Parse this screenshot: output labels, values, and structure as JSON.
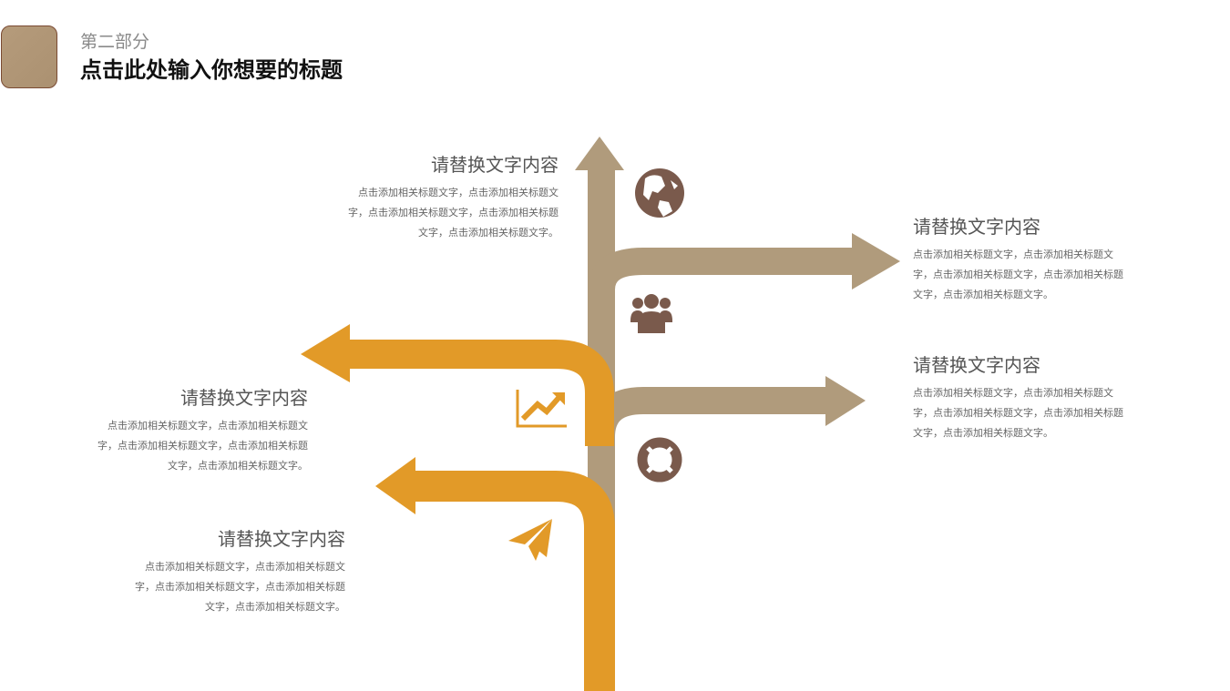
{
  "header": {
    "section_label": "第二部分",
    "title": "点击此处输入你想要的标题"
  },
  "items": [
    {
      "heading": "请替换文字内容",
      "body": "点击添加相关标题文字，点击添加相关标题文字，点击添加相关标题文字，点击添加相关标题文字，点击添加相关标题文字。",
      "icon": "globe-icon"
    },
    {
      "heading": "请替换文字内容",
      "body": "点击添加相关标题文字，点击添加相关标题文字，点击添加相关标题文字，点击添加相关标题文字，点击添加相关标题文字。",
      "icon": "people-icon"
    },
    {
      "heading": "请替换文字内容",
      "body": "点击添加相关标题文字，点击添加相关标题文字，点击添加相关标题文字，点击添加相关标题文字，点击添加相关标题文字。",
      "icon": "chart-trend-icon"
    },
    {
      "heading": "请替换文字内容",
      "body": "点击添加相关标题文字，点击添加相关标题文字，点击添加相关标题文字，点击添加相关标题文字，点击添加相关标题文字。",
      "icon": "lifebuoy-icon"
    },
    {
      "heading": "请替换文字内容",
      "body": "点击添加相关标题文字，点击添加相关标题文字，点击添加相关标题文字，点击添加相关标题文字，点击添加相关标题文字。",
      "icon": "paper-plane-icon"
    }
  ],
  "colors": {
    "tan": "#b09b7c",
    "orange": "#e29a28",
    "icon_brown": "#7a5a4c"
  }
}
